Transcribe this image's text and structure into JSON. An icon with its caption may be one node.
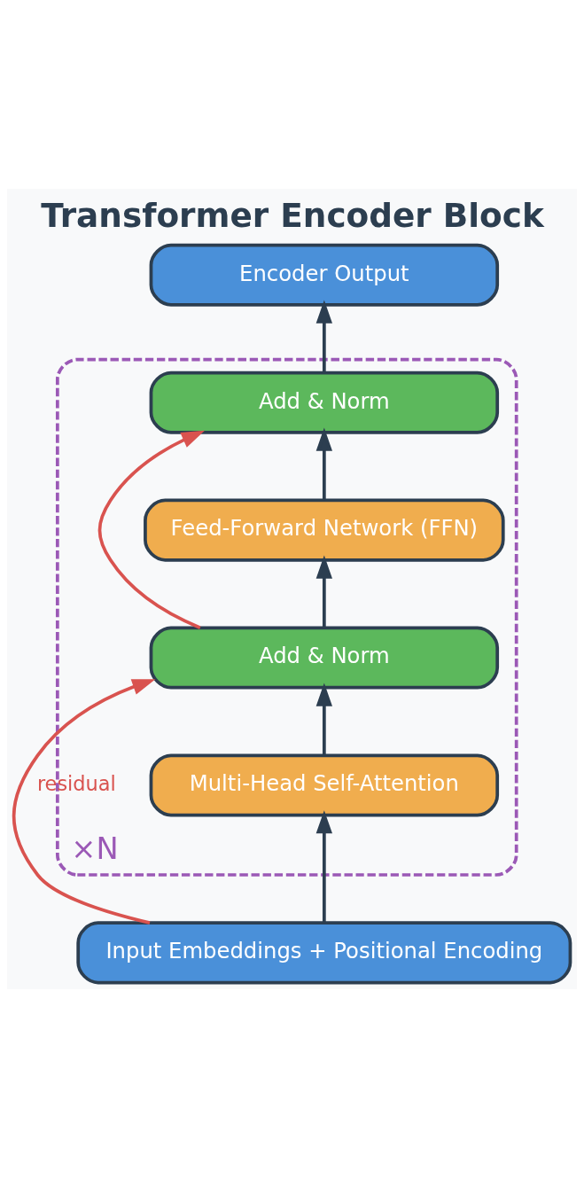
{
  "diagram": {
    "title": "Transformer Encoder Block",
    "nodes": [
      {
        "text": [
          "Encoder Output"
        ]
      },
      {
        "text": [
          "×N"
        ]
      },
      {
        "text": [
          "Add & Norm"
        ],
        "in": 1
      },
      {
        "text": [
          "Feed-Forward Network (FFN)"
        ],
        "in": 1
      },
      {
        "text": [
          "Add & Norm"
        ],
        "in": 1
      },
      {
        "text": [
          "Multi-Head Self-Attention"
        ],
        "in": 1
      },
      {
        "text": [
          "Input Embeddings + Positional Encoding"
        ]
      }
    ],
    "edges": [
      {
        "from": 6,
        "to": 5,
        "arrow": "to"
      },
      {
        "from": 5,
        "to": 4,
        "arrow": "to"
      },
      {
        "from": 4,
        "to": 3,
        "arrow": "to"
      },
      {
        "from": 3,
        "to": 2,
        "arrow": "to"
      },
      {
        "from": 2,
        "to": 0,
        "arrow": "to"
      },
      {
        "from": 6,
        "to": 4,
        "arrow": "to",
        "label": "residual",
        "color": "#d9534f"
      },
      {
        "from": 4,
        "to": 2,
        "arrow": "to",
        "color": "#d9534f"
      }
    ]
  }
}
